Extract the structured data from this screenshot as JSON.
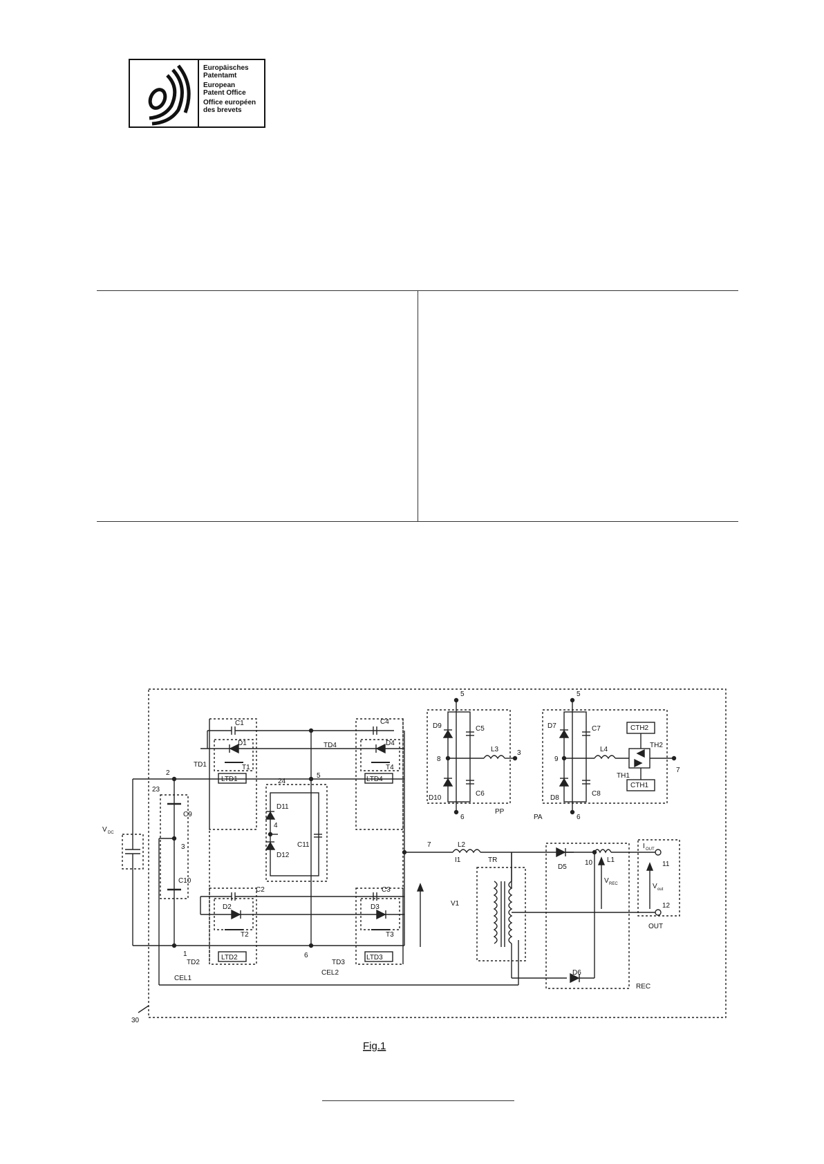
{
  "logo": {
    "line1": "Europäisches",
    "line2": "Patentamt",
    "line3": "European",
    "line4": "Patent Office",
    "line5": "Office européen",
    "line6": "des brevets"
  },
  "figure": {
    "caption": "Fig.1",
    "labels": {
      "vdc": "V",
      "vdc_sub": "DC",
      "n1": "1",
      "n2": "2",
      "n3": "3",
      "n4": "4",
      "n5": "5",
      "n6": "6",
      "n7": "7",
      "n8": "8",
      "n9": "9",
      "n10": "10",
      "n11": "11",
      "n12": "12",
      "n23": "23",
      "n24": "24",
      "n30": "30",
      "c1": "C1",
      "c2": "C2",
      "c3": "C3",
      "c4": "C4",
      "c5": "C5",
      "c6": "C6",
      "c7": "C7",
      "c8": "C8",
      "c9": "C9",
      "c10": "C10",
      "c11": "C11",
      "d1": "D1",
      "d2": "D2",
      "d3": "D3",
      "d4": "D4",
      "d5": "D5",
      "d6": "D6",
      "d7": "D7",
      "d8": "D8",
      "d9": "D9",
      "d10": "D10",
      "d11": "D11",
      "d12": "D12",
      "t1": "T1",
      "t2": "T2",
      "t3": "T3",
      "t4": "T4",
      "td1": "TD1",
      "td2": "TD2",
      "td3": "TD3",
      "td4": "TD4",
      "ltd1": "LTD1",
      "ltd2": "LTD2",
      "ltd3": "LTD3",
      "ltd4": "LTD4",
      "cel1": "CEL1",
      "cel2": "CEL2",
      "l1": "L1",
      "l2": "L2",
      "l3": "L3",
      "l4": "L4",
      "i1": "I1",
      "v1": "V1",
      "tr": "TR",
      "pp": "PP",
      "pa": "PA",
      "rec": "REC",
      "out": "OUT",
      "cth1": "CTH1",
      "cth2": "CTH2",
      "th1": "TH1",
      "th2": "TH2",
      "iout": "I",
      "iout_sub": "OUT",
      "vout": "V",
      "vout_sub": "out",
      "vrec": "V",
      "vrec_sub": "REC"
    }
  }
}
